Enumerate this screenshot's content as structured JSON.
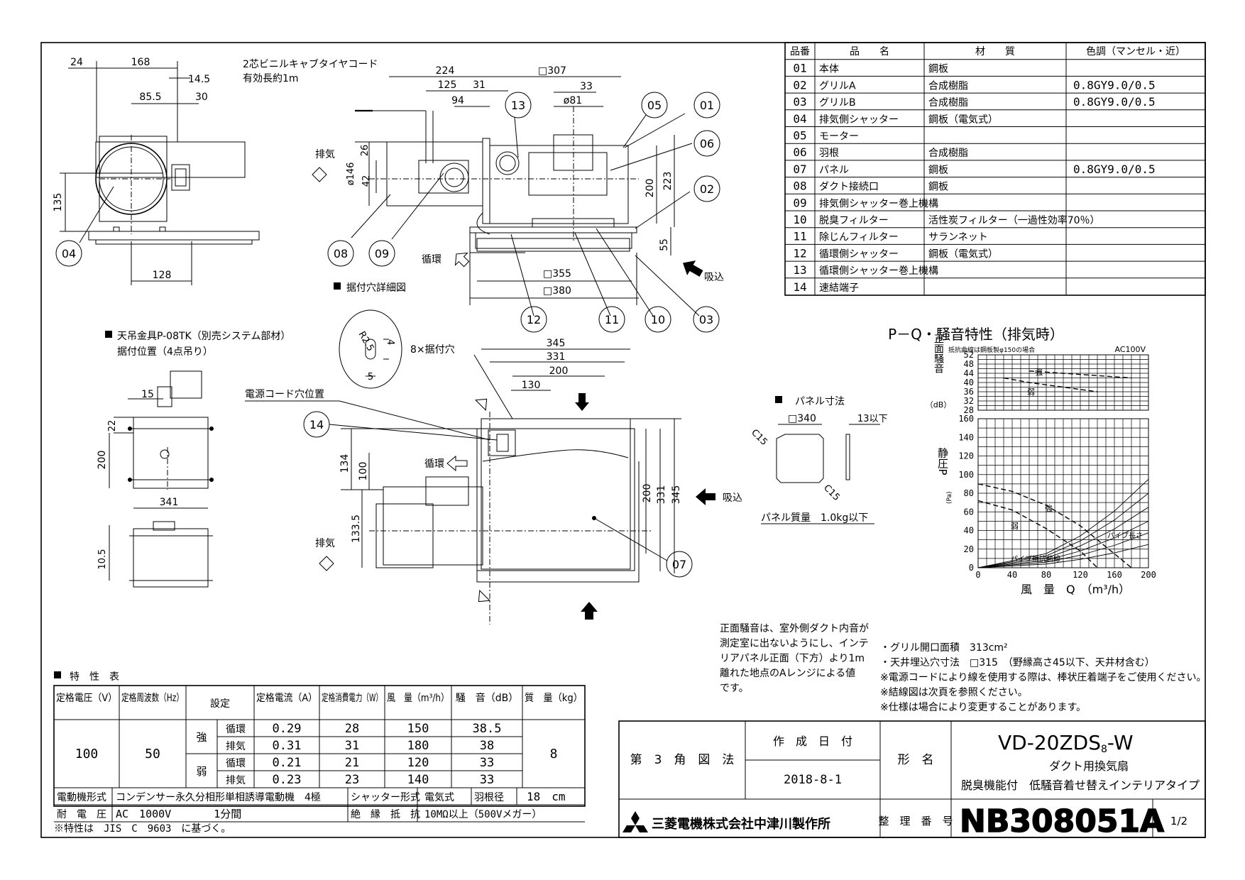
{
  "parts_table": {
    "headers": [
      "品番",
      "品　　名",
      "材　　質",
      "色調（マンセル・近）"
    ],
    "rows": [
      [
        "01",
        "本体",
        "鋼板",
        ""
      ],
      [
        "02",
        "グリルA",
        "合成樹脂",
        "0.8GY9.0/0.5"
      ],
      [
        "03",
        "グリルB",
        "合成樹脂",
        "0.8GY9.0/0.5"
      ],
      [
        "04",
        "排気側シャッター",
        "鋼板（電気式）",
        ""
      ],
      [
        "05",
        "モーター",
        "",
        ""
      ],
      [
        "06",
        "羽根",
        "合成樹脂",
        ""
      ],
      [
        "07",
        "パネル",
        "鋼板",
        "0.8GY9.0/0.5"
      ],
      [
        "08",
        "ダクト接続口",
        "鋼板",
        ""
      ],
      [
        "09",
        "排気側シャッター巻上機構",
        "",
        ""
      ],
      [
        "10",
        "脱臭フィルター",
        "活性炭フィルター（一過性効率70％）",
        ""
      ],
      [
        "11",
        "除じんフィルター",
        "サランネット",
        ""
      ],
      [
        "12",
        "循環側シャッター",
        "鋼板（電気式）",
        ""
      ],
      [
        "13",
        "循環側シャッター巻上機構",
        "",
        ""
      ],
      [
        "14",
        "速結端子",
        "",
        ""
      ]
    ]
  },
  "drawing": {
    "cord_note_1": "2芯ビニルキャブタイヤコード",
    "cord_note_2": "有効長約1m",
    "exhaust": "排気",
    "circulation": "循環",
    "intake": "吸込",
    "hole_detail_title": "据付穴詳細図",
    "hanger_title": "天吊金具P-08TK（別売システム部材）",
    "hanger_sub": "据付位置（4点吊り）",
    "power_cord_hole": "電源コード穴位置",
    "mount_holes": "8×据付穴",
    "panel_dims_title": "パネル寸法",
    "panel_weight": "パネル質量　1.0kg以下",
    "panel_thickness": "13以下",
    "panel_size": "□340",
    "panel_c15": "C15",
    "dims": {
      "d24": "24",
      "d168": "168",
      "d14_5": "14.5",
      "d85_5": "85.5",
      "d30": "30",
      "d135": "135",
      "d128": "128",
      "d224": "224",
      "d307": "□307",
      "d125": "125",
      "d31": "31",
      "d33": "33",
      "d94": "94",
      "d81": "ø81",
      "d26": "26",
      "d146": "ø146",
      "d42": "42",
      "d200": "200",
      "d223": "223",
      "d55": "55",
      "d355": "□355",
      "d380": "□380",
      "r25": "R2.5",
      "h4": "4",
      "h5": "5",
      "d345": "345",
      "d331": "331",
      "d200b": "200",
      "d130": "130",
      "d134": "134",
      "d100": "100",
      "d133_5": "133.5",
      "s15": "15",
      "s22": "22",
      "s200": "200",
      "s341": "341",
      "s10_5": "10.5"
    },
    "part_labels": [
      "01",
      "02",
      "03",
      "04",
      "05",
      "06",
      "07",
      "08",
      "09",
      "10",
      "11",
      "12",
      "13",
      "14"
    ]
  },
  "pq_chart": {
    "title": "P－Q・騒音特性（排気時）",
    "note": "抵抗曲線は鋼板製φ150の場合",
    "voltage": "AC100V",
    "noise_ylabel": "正面騒音",
    "noise_unit": "（dB）",
    "pressure_ylabel": "静圧P",
    "pressure_unit": "(Pa)",
    "xlabel": "風　量　Q　（m³/h）",
    "strong": "強",
    "weak": "弱",
    "pipe_length": "パイプ長さ",
    "pipe_curve": "パイプ抵抗曲線"
  },
  "chart_data": {
    "type": "line",
    "title": "P－Q・騒音特性（排気時）",
    "xlabel": "風　量　Q　（m³/h）",
    "x_ticks": [
      "0",
      "40",
      "80",
      "120",
      "160",
      "200"
    ],
    "noise_y_ticks": [
      "52",
      "48",
      "44",
      "40",
      "36",
      "32",
      "28"
    ],
    "pressure_y_ticks": [
      "160",
      "140",
      "120",
      "100",
      "80",
      "60",
      "40",
      "20",
      "0"
    ],
    "xlim": [
      0,
      200
    ],
    "noise_ylim": [
      28,
      52
    ],
    "pressure_ylim": [
      0,
      160
    ],
    "noise_series": [
      {
        "name": "強",
        "x": [
          60,
          100,
          140,
          180
        ],
        "y": [
          45,
          44,
          43,
          42
        ]
      },
      {
        "name": "弱",
        "x": [
          30,
          60,
          100,
          140
        ],
        "y": [
          42,
          40,
          38,
          36
        ]
      }
    ],
    "pressure_series": [
      {
        "name": "強",
        "x": [
          0,
          40,
          80,
          120,
          160,
          180
        ],
        "y": [
          90,
          82,
          67,
          45,
          15,
          0
        ]
      },
      {
        "name": "弱",
        "x": [
          0,
          40,
          80,
          120,
          140
        ],
        "y": [
          72,
          62,
          42,
          18,
          0
        ]
      }
    ],
    "resistance_curve": {
      "x": [
        0,
        80,
        120,
        160,
        200
      ],
      "y": [
        0,
        4,
        9,
        16,
        25
      ]
    }
  },
  "notes": {
    "noise_note": [
      "正面騒音は、室外側ダクト内音が",
      "測定室に出ないようにし、インテ",
      "リアパネル正面（下方）より1m",
      "離れた地点のAレンジによる値",
      "です。"
    ],
    "spec_notes": [
      "・グリル開口面積　313cm²",
      "・天井埋込穴寸法　□315　（野縁高さ45以下、天井材含む）",
      "※電源コードにより線を使用する際は、棒状圧着端子をご使用ください。",
      "※結線図は次頁を参照ください。",
      "※仕様は場合により変更することがあります。"
    ]
  },
  "spec_table": {
    "title": "特　性　表",
    "headers": [
      "定格電圧（V）",
      "定格周波数（Hz）",
      "設定",
      "定格電流（A）",
      "定格消費電力（W）",
      "風　量（m³/h）",
      "騒　音（dB）",
      "質　量（kg）"
    ],
    "voltage": "100",
    "frequency": "50",
    "weight": "8",
    "strong": "強",
    "weak": "弱",
    "rows": [
      [
        "循環",
        "0.29",
        "28",
        "150",
        "38.5"
      ],
      [
        "排気",
        "0.31",
        "31",
        "180",
        "38"
      ],
      [
        "循環",
        "0.21",
        "21",
        "120",
        "33"
      ],
      [
        "排気",
        "0.23",
        "23",
        "140",
        "33"
      ]
    ],
    "motor_label": "電動機形式",
    "motor_value": "コンデンサー永久分相形単相誘導電動機　4極",
    "shutter_label": "シャッター形式",
    "shutter_value": "電気式",
    "blade_label": "羽根径",
    "blade_value": "18　cm",
    "withstand_label": "耐　電　圧",
    "withstand_value": "AC　1000V　　　　1分間",
    "insulation_label": "絶　縁　抵　抗",
    "insulation_value": "10MΩ以上（500Vメガー）",
    "footnote": "※特性は　JIS　C　9603　に基づく。"
  },
  "title_block": {
    "projection": "第　3　角　図　法",
    "date_label": "作　成　日　付",
    "date": "2018-8-1",
    "model_label": "形　名",
    "model": "VD-20ZDS",
    "model_sub": "8",
    "model_suffix": "-W",
    "desc1": "ダクト用換気扇",
    "desc2": "脱臭機能付　低騒音着せ替えインテリアタイプ",
    "company": "三菱電機株式会社中津川製作所",
    "doc_label": "整　理　番　号",
    "doc_number": "NB308051A",
    "page": "1/2"
  }
}
